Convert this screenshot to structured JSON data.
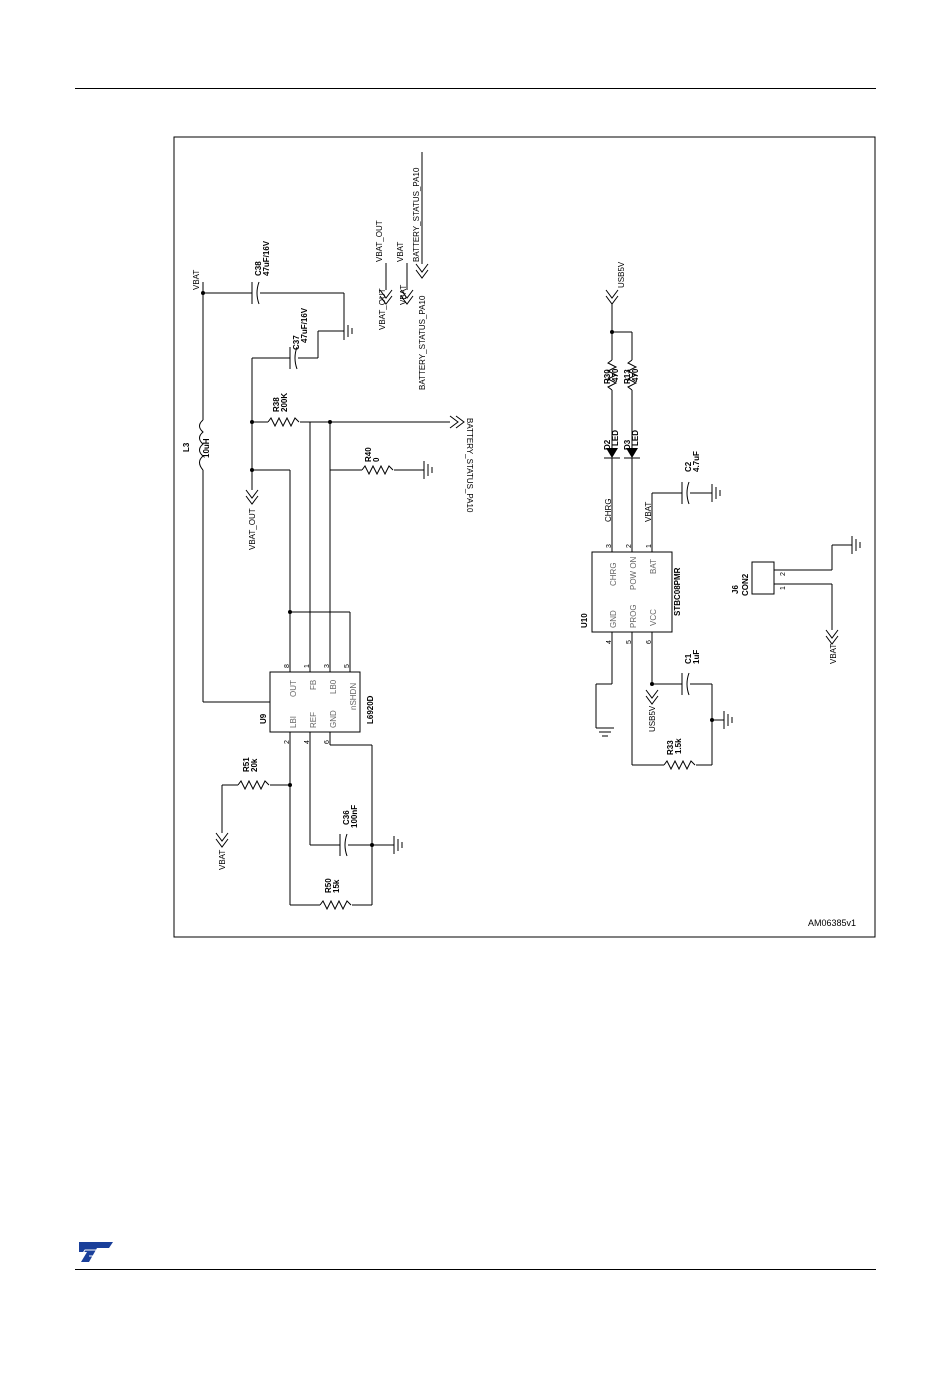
{
  "figure_id": "AM06385v1",
  "nets": {
    "vbat": "VBAT",
    "vbat_out": "VBAT_OUT",
    "usb5v": "USB5V",
    "battery_status": "BATTERY_STATUS_PA10",
    "chrg": "CHRG"
  },
  "u9": {
    "ref": "U9",
    "part": "L6920D",
    "pins": {
      "lbi": "LBI",
      "out": "OUT",
      "ref": "REF",
      "fb": "FB",
      "gnd": "GND",
      "lbo": "LB0",
      "nshdn": "nSHDN"
    }
  },
  "u10": {
    "ref": "U10",
    "part": "STBC08PMR",
    "pins": {
      "gnd": "GND",
      "chrg": "CHRG",
      "prog": "PROG",
      "powon": "POW ON",
      "vcc": "VCC",
      "bat": "BAT"
    }
  },
  "pin_numbers": {
    "p1": "1",
    "p2": "2",
    "p3": "3",
    "p4": "4",
    "p5": "5",
    "p6": "6",
    "p8": "8"
  },
  "components": {
    "c38": {
      "ref": "C38",
      "value": "47uF/16V"
    },
    "c37": {
      "ref": "C37",
      "value": "47uF/16V"
    },
    "l3": {
      "ref": "L3",
      "value": "10uH"
    },
    "r38": {
      "ref": "R38",
      "value": "200K"
    },
    "r40": {
      "ref": "R40",
      "value": "0"
    },
    "r51": {
      "ref": "R51",
      "value": "20k"
    },
    "c36": {
      "ref": "C36",
      "value": "100nF"
    },
    "r50": {
      "ref": "R50",
      "value": "15k"
    },
    "r30": {
      "ref": "R30",
      "value": "470"
    },
    "r13": {
      "ref": "R13",
      "value": "470"
    },
    "d2": {
      "ref": "D2",
      "value": "LED"
    },
    "d3": {
      "ref": "D3",
      "value": "LED"
    },
    "c2": {
      "ref": "C2",
      "value": "4.7uF"
    },
    "c1": {
      "ref": "C1",
      "value": "1uF"
    },
    "r33": {
      "ref": "R33",
      "value": "1.5k"
    },
    "j6": {
      "ref": "J6",
      "value": "CON2"
    }
  },
  "j6_pins": {
    "a": "2",
    "b": "1"
  }
}
